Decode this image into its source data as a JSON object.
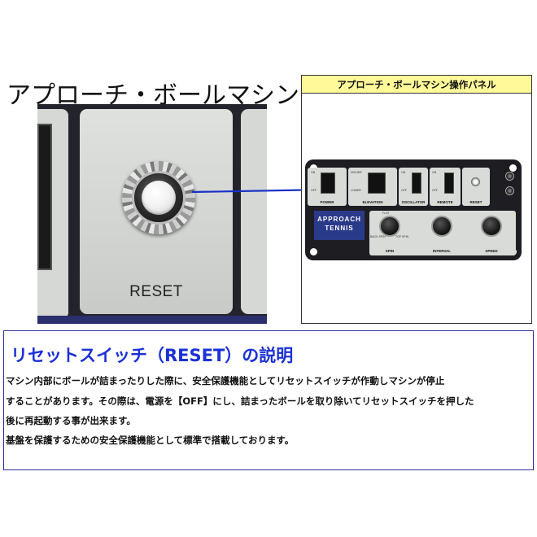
{
  "main_title": "アプローチ・ボールマシン",
  "photo": {
    "reset_label": "RESET"
  },
  "panel": {
    "header": "アプローチ・ボールマシン操作パネル",
    "logo_line1": "APPROACH",
    "logo_line2": "TENNIS",
    "modules": {
      "power": {
        "label": "POWER",
        "top": "ON",
        "bottom": "OFF"
      },
      "elevation": {
        "label": "ELEVATION",
        "top": "HIGHER",
        "bottom": "LOWER"
      },
      "oscillator": {
        "label": "OSCILLATOR",
        "top": "ON",
        "bottom": "OFF"
      },
      "remote": {
        "label": "REMOTE",
        "top": "ON",
        "bottom": "OFF"
      },
      "reset": {
        "label": "RESET"
      }
    },
    "knobs": {
      "spin": "SPIN",
      "interval": "INTERVAL",
      "speed": "SPEED",
      "spin_left": "BACK SPIN",
      "spin_right": "TOP SPIN",
      "spin_top": "FLAT"
    }
  },
  "description": {
    "title": "リセットスイッチ（RESET）の説明",
    "lines": [
      "マシン内部にボールが詰まったりした際に、安全保護機能としてリセットスイッチが作動しマシンが停止",
      "することがあります。その際は、電源を【OFF】にし、詰まったボールを取り除いてリセットスイッチを押した",
      "後に再起動する事が出来ます。",
      "基盤を保護するための安全保護機能として標準で搭載しております。"
    ]
  },
  "colors": {
    "title_blue": "#1b31d6",
    "header_yellow": "#fff99a",
    "connector_blue": "#1a2fc8"
  }
}
